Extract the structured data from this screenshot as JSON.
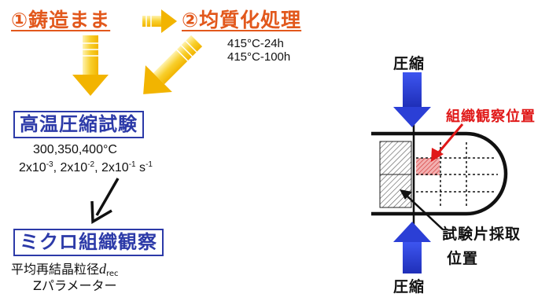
{
  "steps": {
    "step1": "①鋳造まま",
    "step2": "②均質化処理"
  },
  "homogenization_conditions": [
    "415°C-24h",
    "415°C-100h"
  ],
  "compression_test": {
    "title": "高温圧縮試験",
    "temperatures": "300,350,400°C",
    "strain_rate_mantissa": [
      "2x10",
      ", 2x10",
      ", 2x10"
    ],
    "strain_rate_exponents": [
      "-3",
      "-2",
      "-1"
    ],
    "strain_rate_unit": " s",
    "strain_rate_unit_exp": "-1"
  },
  "microstructure": {
    "title": "ミクロ組織観察",
    "grain_size_label": "平均再結晶粒径",
    "grain_size_symbol": "d",
    "grain_size_subscript": "rec",
    "z_parameter": "Zパラメーター"
  },
  "specimen": {
    "compression_top": "圧縮",
    "compression_bottom": "圧縮",
    "observation_position": "組織観察位置",
    "sampling_position_line1": "試験片採取",
    "sampling_position_line2": "位置"
  },
  "colors": {
    "accent_orange": "#e2581c",
    "arrow_yellow": "#f5b800",
    "box_blue": "#2c3aa8",
    "compression_arrow": "#2b3fd6",
    "highlight_red": "#e01818"
  }
}
